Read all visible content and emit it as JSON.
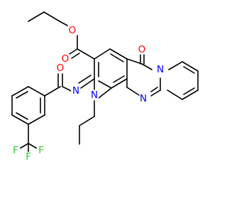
{
  "molecule": {
    "atoms": {
      "O_ester_carbonyl": {
        "label": "O",
        "color": "#ff0000"
      },
      "O_ester_ether": {
        "label": "O",
        "color": "#ff0000"
      },
      "O_ring_carbonyl": {
        "label": "O",
        "color": "#ff0000"
      },
      "O_amide": {
        "label": "O",
        "color": "#ff0000"
      },
      "N_ring_fusion": {
        "label": "N",
        "color": "#0000ff"
      },
      "N_pyrimidine": {
        "label": "N",
        "color": "#0000ff"
      },
      "N_propyl": {
        "label": "N",
        "color": "#0000ff"
      },
      "N_imine": {
        "label": "N",
        "color": "#0000ff"
      },
      "F_top": {
        "label": "F",
        "color": "#33cc33"
      },
      "F_left": {
        "label": "F",
        "color": "#33cc33"
      },
      "F_bottom": {
        "label": "F",
        "color": "#33cc33"
      }
    }
  }
}
